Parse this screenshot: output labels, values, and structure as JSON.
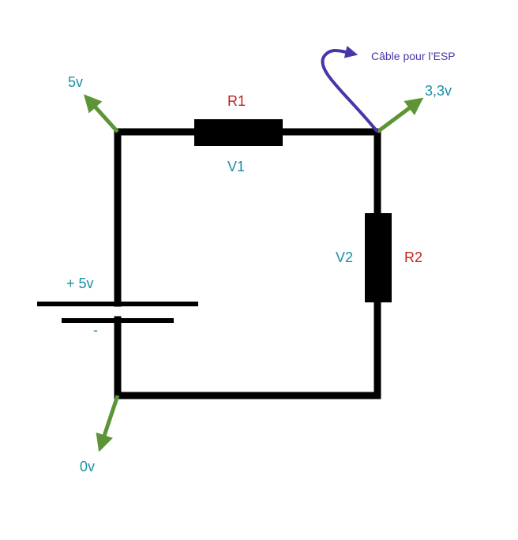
{
  "colors": {
    "wire": "#000000",
    "arrow": "#5d9436",
    "voltage_label": "#1a8fa3",
    "resistor_label": "#c42020",
    "cable": "#4a35a8"
  },
  "labels": {
    "r1": "R1",
    "r2": "R2",
    "v1": "V1",
    "v2": "V2",
    "node_5v": "5v",
    "node_0v": "0v",
    "node_3v3": "3,3v",
    "battery_plus": "+ 5v",
    "battery_minus": "-",
    "cable_esp": "Câble pour l’ESP"
  }
}
